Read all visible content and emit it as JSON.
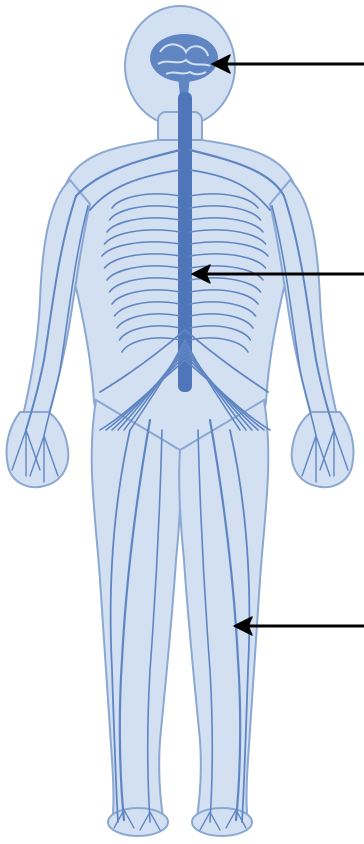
{
  "diagram": {
    "colors": {
      "body_fill": "#d3e0f2",
      "body_outline": "#8aa8d2",
      "nerve": "#5f86c3",
      "spinal_cord": "#4f76b8",
      "arrow": "#000000",
      "background": "#ffffff"
    },
    "callouts": [
      {
        "target": "brain"
      },
      {
        "target": "spinal-cord"
      },
      {
        "target": "peripheral-nerve"
      }
    ]
  }
}
